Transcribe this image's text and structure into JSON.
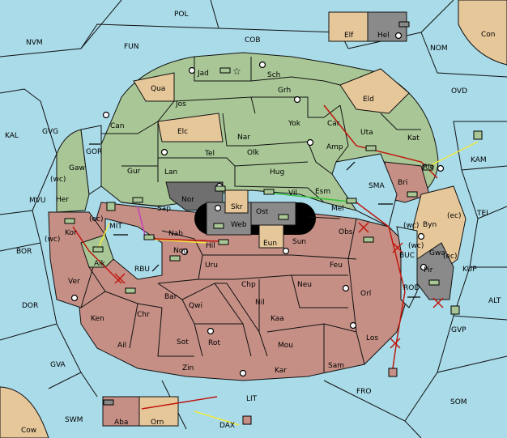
{
  "colors": {
    "sea": "#a9dbe9",
    "green_power": "#a9c796",
    "red_power": "#c58f85",
    "neutral": "#e6c79a",
    "grey_power": "#8a8a8a",
    "order_red": "#c0160e",
    "order_yellow": "#f2ea3a",
    "order_green": "#37c23a",
    "order_magenta": "#c83cc0"
  },
  "labels": {
    "POL": "POL",
    "COB": "COB",
    "FUN": "FUN",
    "NVM": "NVM",
    "NOM": "NOM",
    "Con": "Con",
    "OVD": "OVD",
    "KAL": "KAL",
    "GVG": "GVG",
    "GOR": "GOR",
    "MVU": "MVU",
    "BOR": "BOR",
    "DOR": "DOR",
    "GVA": "GVA",
    "SWM": "SWM",
    "Cow": "Cow",
    "LIT": "LIT",
    "FRO": "FRO",
    "SOM": "SOM",
    "ALT": "ALT",
    "KUP": "KUP",
    "TEI": "TEI",
    "KAM": "KAM",
    "SMA": "SMA",
    "MIT": "MIT",
    "RBU": "RBU",
    "BUC": "BUC",
    "ROD": "ROD",
    "GVP": "GVP",
    "DAX": "DAX",
    "Elf": "Elf",
    "Hel": "Hel",
    "Jad": "Jad",
    "Sch": "Sch",
    "Qua": "Qua",
    "Jos": "Jos",
    "Grh": "Grh",
    "Eld": "Eld",
    "Can": "Can",
    "Elc": "Elc",
    "Nar": "Nar",
    "Yok": "Yok",
    "Car": "Car",
    "Uta": "Uta",
    "Kat": "Kat",
    "Gaw": "Gaw",
    "Tel": "Tel",
    "Olk": "Olk",
    "Amp": "Amp",
    "Gur": "Gur",
    "Lan": "Lan",
    "Hug": "Hug",
    "Rie": "Rie",
    "Bri": "Bri",
    "Her": "Her",
    "Nor": "Nor",
    "Skr": "Skr",
    "Vil": "Vil",
    "Esm": "Esm",
    "Sap": "Sap",
    "Ost": "Ost",
    "Mel": "Mel",
    "Web": "Web",
    "Byn": "Byn",
    "Kor": "Kor",
    "Nab": "Nab",
    "Eun": "Eun",
    "Sun": "Sun",
    "Obs": "Obs",
    "Gwa": "Gwa",
    "Hil": "Hil",
    "Nog": "Nog",
    "Aik": "Aik",
    "Pir": "Pir",
    "Uru": "Uru",
    "Feu": "Feu",
    "Ver": "Ver",
    "Chp": "Chp",
    "Neu": "Neu",
    "Orl": "Orl",
    "Bar": "Bar",
    "Qwi": "Qwi",
    "Nil": "Nil",
    "Ken": "Ken",
    "Chr": "Chr",
    "Kaa": "Kaa",
    "Los": "Los",
    "Ail": "Ail",
    "Sot": "Sot",
    "Rot": "Rot",
    "Mou": "Mou",
    "Zin": "Zin",
    "Kar": "Kar",
    "Sam": "Sam",
    "Aba": "Aba",
    "Orn": "Orn",
    "wc": "(wc)",
    "ec": "(ec)"
  }
}
